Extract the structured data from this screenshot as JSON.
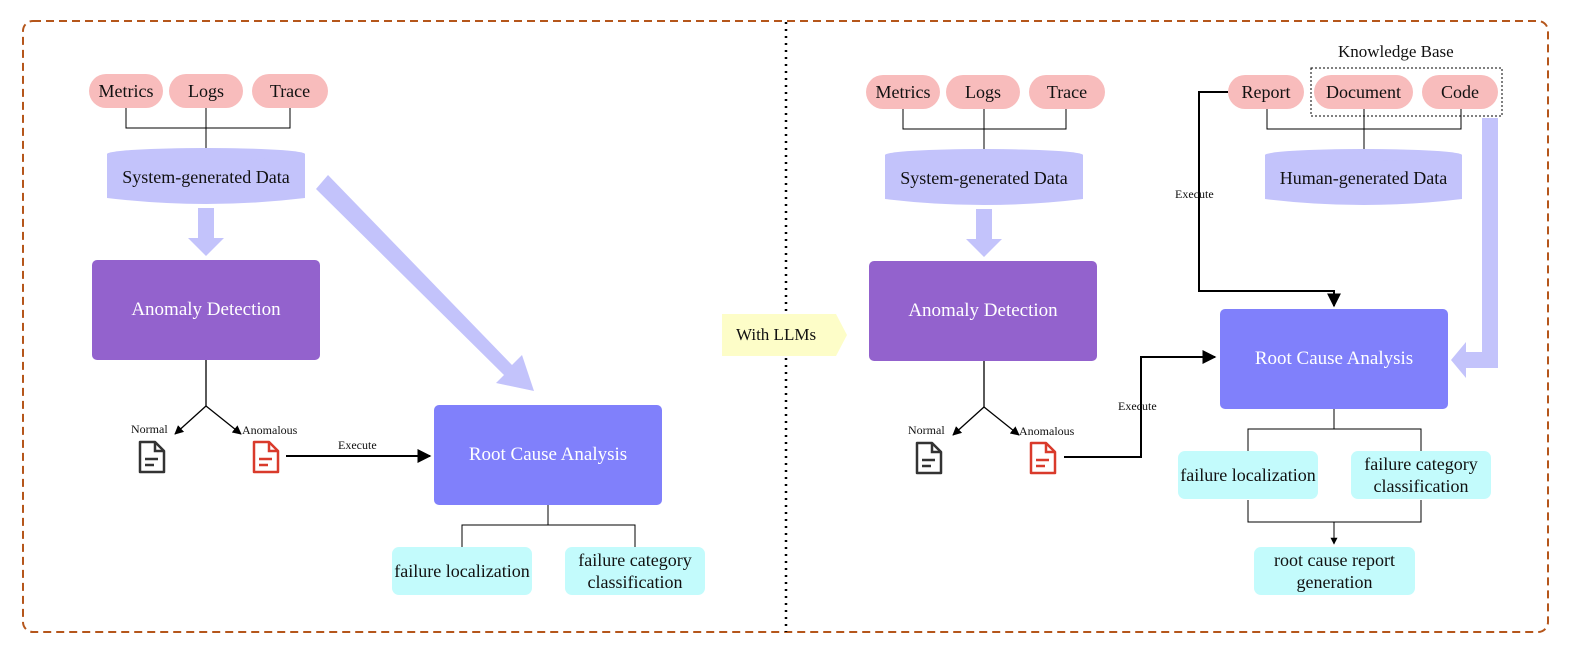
{
  "left": {
    "inputs": [
      "Metrics",
      "Logs",
      "Trace"
    ],
    "system_data": "System-generated Data",
    "anomaly_detection": "Anomaly Detection",
    "normal": "Normal",
    "anomalous": "Anomalous",
    "execute": "Execute",
    "root_cause_analysis": "Root Cause Analysis",
    "outputs": [
      "failure localization",
      "failure category classification"
    ]
  },
  "divider_label": "With LLMs",
  "right": {
    "inputs": [
      "Metrics",
      "Logs",
      "Trace"
    ],
    "system_data": "System-generated Data",
    "anomaly_detection": "Anomaly Detection",
    "normal": "Normal",
    "anomalous": "Anomalous",
    "execute_anomalous": "Execute",
    "execute_report": "Execute",
    "knowledge_base_title": "Knowledge Base",
    "human_inputs": [
      "Report",
      "Document",
      "Code"
    ],
    "human_data": "Human-generated Data",
    "root_cause_analysis": "Root Cause Analysis",
    "outputs": [
      "failure localization",
      "failure category classification"
    ],
    "final_output": "root cause report generation"
  },
  "colors": {
    "frame": "#b5561b",
    "pill": "#f8bcbc",
    "cylinder": "#c3c3fb",
    "anomaly_detection": "#9362cd",
    "root_cause_analysis": "#8080fb",
    "output": "#c3fbfc",
    "big_arrow": "#c3c3fb",
    "llm_arrow": "#fdfdc8",
    "anomalous_doc": "#d93a2b",
    "normal_doc": "#333333"
  },
  "icons": [
    "document-icon",
    "document-icon"
  ]
}
